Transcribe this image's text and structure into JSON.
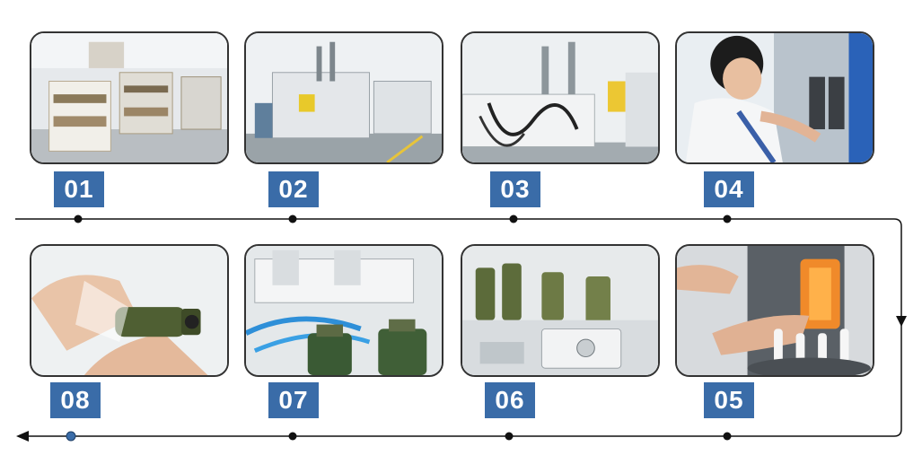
{
  "steps": [
    {
      "number": "01",
      "scene": "workshop-shelves"
    },
    {
      "number": "02",
      "scene": "injection-machine"
    },
    {
      "number": "03",
      "scene": "molding-machines"
    },
    {
      "number": "04",
      "scene": "operator-at-machine"
    },
    {
      "number": "05",
      "scene": "preform-heating"
    },
    {
      "number": "06",
      "scene": "blow-molds"
    },
    {
      "number": "07",
      "scene": "bottle-filling"
    },
    {
      "number": "08",
      "scene": "bottle-packing"
    }
  ],
  "colors": {
    "badge": "#3a6ca8",
    "line": "#111111",
    "start_dot": "#3a6ca8"
  }
}
